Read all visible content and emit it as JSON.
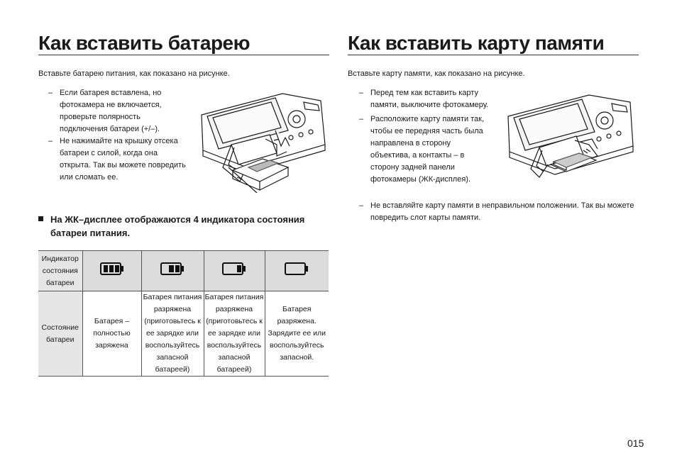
{
  "left": {
    "title": "Как вставить батарею",
    "intro": "Вставьте батарею питания, как показано на рисунке.",
    "bullets": [
      "Если батарея вставлена, но фотокамера не включается, проверьте полярность подключения батареи (+/–).",
      "Не нажимайте на крышку отсека батареи с силой, когда она открыта. Так вы можете повредить или сломать ее."
    ],
    "note": "На ЖК–дисплее отображаются 4 индикатора состояния батареи питания.",
    "table": {
      "head_label": "Индикатор состояния батареи",
      "row_label": "Состояние батареи",
      "states": [
        "Батарея – полностью заряжена",
        "Батарея питания разряжена (приготовьтесь к ее зарядке или воспользуйтесь запасной батареей)",
        "Батарея питания разряжена (приготовьтесь к ее зарядке или воспользуйтесь запасной батареей)",
        "Батарея разряжена. Зарядите ее или воспользуйтесь запасной."
      ],
      "icons": [
        "battery-full-icon",
        "battery-two-thirds-icon",
        "battery-one-third-icon",
        "battery-empty-icon"
      ]
    }
  },
  "right": {
    "title": "Как вставить карту памяти",
    "intro": "Вставьте карту памяти, как показано на рисунке.",
    "bullets": [
      "Перед тем как вставить карту памяти, выключите фотокамеру.",
      "Расположите карту памяти так, чтобы ее передняя часть была направлена в сторону объектива, а контакты – в сторону задней панели фотокамеры (ЖК-дисплея).",
      "Не вставляйте карту памяти в неправильном положении. Так вы можете повредить слот карты памяти."
    ]
  },
  "page_number": "015"
}
